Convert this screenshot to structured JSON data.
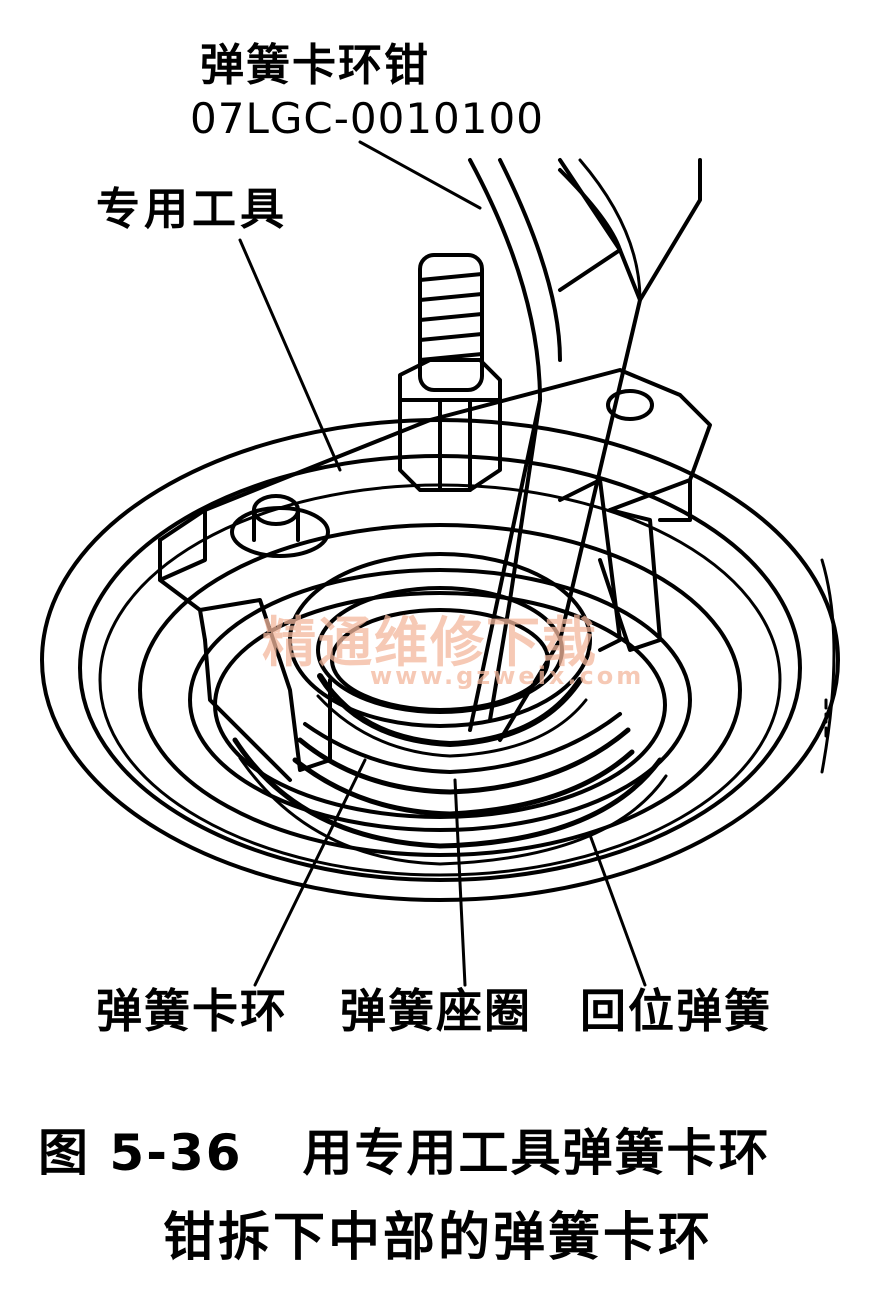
{
  "labels": {
    "tool_name": "弹簧卡环钳",
    "tool_code": "07LGC-0010100",
    "special_tool": "专用工具",
    "snap_ring": "弹簧卡环",
    "spring_seat": "弹簧座圈",
    "return_spring": "回位弹簧"
  },
  "caption": {
    "number": "图 5-36",
    "line1": "用专用工具弹簧卡环",
    "line2": "钳拆下中部的弹簧卡环"
  },
  "watermark": {
    "text": "精通维修下载",
    "url": "www.gzweix.com"
  }
}
